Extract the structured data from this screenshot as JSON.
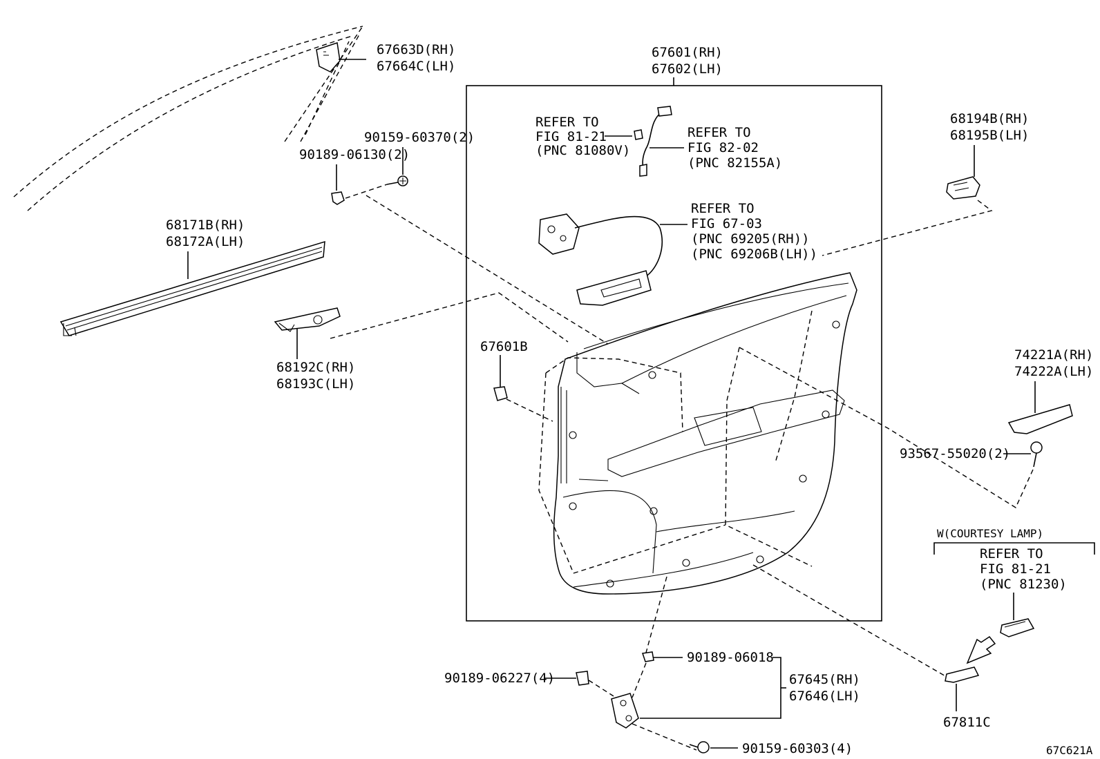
{
  "diagram_code": "67C621A",
  "callouts": {
    "vent_cover": [
      "67663D(RH)",
      "67664C(LH)"
    ],
    "clip_left": "90189-06130(2)",
    "screw_left": "90159-60370(2)",
    "weatherstrip": [
      "68171B(RH)",
      "68172A(LH)"
    ],
    "bracket": [
      "68192C(RH)",
      "68193C(LH)"
    ],
    "panel": [
      "67601(RH)",
      "67602(LH)"
    ],
    "refer_a": [
      "REFER TO",
      "FIG 81-21",
      "(PNC 81080V)"
    ],
    "refer_b": [
      "REFER TO",
      "FIG 82-02",
      "(PNC 82155A)"
    ],
    "refer_c": [
      "REFER TO",
      "FIG 67-03",
      "(PNC 69205(RH))",
      "(PNC 69206B(LH))"
    ],
    "clip_panel": "67601B",
    "switch_base": [
      "68194B(RH)",
      "68195B(LH)"
    ],
    "armrest": [
      "74221A(RH)",
      "74222A(LH)"
    ],
    "screw_right": "93567-55020(2)",
    "courtesy_header": "W(COURTESY LAMP)",
    "refer_d": [
      "REFER TO",
      "FIG 81-21",
      "(PNC 81230)"
    ],
    "reflector": "67811C",
    "clip_bottom": "90189-06018",
    "bracket_bottom": [
      "67645(RH)",
      "67646(LH)"
    ],
    "clip_bottom_left": "90189-06227(4)",
    "screw_bottom": "90159-60303(4)"
  }
}
